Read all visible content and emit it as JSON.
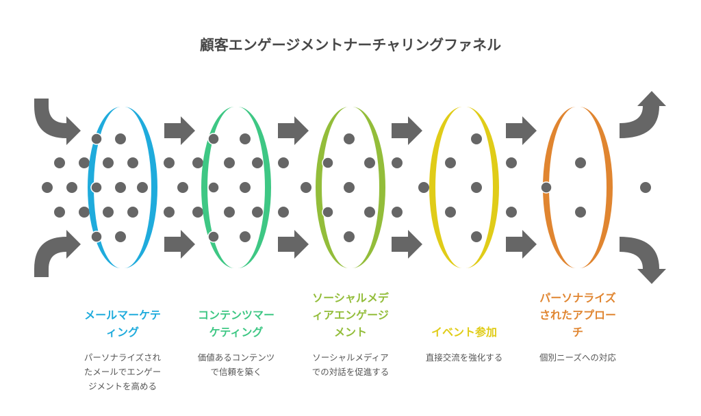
{
  "title": "顧客エンゲージメントナーチャリングファネル",
  "stages": [
    {
      "title": "メールマーケティング",
      "title_lines": [
        "メールマーケテ",
        "ィング"
      ],
      "desc_lines": [
        "パーソナライズされ",
        "たメールでエンゲー",
        "ジメントを高める"
      ],
      "color": "#1fabdc"
    },
    {
      "title": "コンテンツマーケティング",
      "title_lines": [
        "コンテンツマー",
        "ケティング"
      ],
      "desc_lines": [
        "価値あるコンテンツ",
        "で信頼を築く"
      ],
      "color": "#3ec784"
    },
    {
      "title": "ソーシャルメディアエンゲージメント",
      "title_lines": [
        "ソーシャルメデ",
        "ィアエンゲージ",
        "メント"
      ],
      "desc_lines": [
        "ソーシャルメディア",
        "での対話を促進する"
      ],
      "color": "#93bd3a"
    },
    {
      "title": "イベント参加",
      "title_lines": [
        "イベント参加"
      ],
      "desc_lines": [
        "直接交流を強化する"
      ],
      "color": "#e0cc18"
    },
    {
      "title": "パーソナライズされたアプローチ",
      "title_lines": [
        "パーソナライズ",
        "されたアプロー",
        "チ"
      ],
      "desc_lines": [
        "個別ニーズへの対応"
      ],
      "color": "#e08530"
    }
  ],
  "arrow_color": "#666666",
  "dot_color": "#666666"
}
